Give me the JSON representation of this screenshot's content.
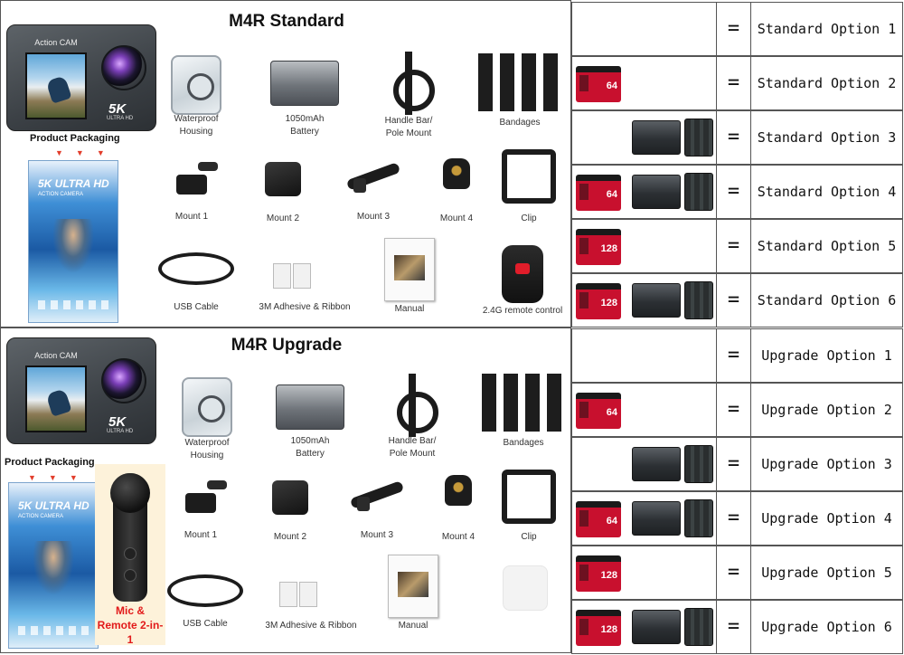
{
  "standard": {
    "title": "M4R Standard",
    "camera_brand": "Action CAM",
    "camera_5k": "5K",
    "camera_uhd": "ULTRA HD",
    "packaging_label": "Product Packaging",
    "box_5k": "5K ULTRA HD",
    "box_sub": "ACTION CAMERA",
    "items": [
      {
        "id": "housing",
        "label": "Waterproof Housing"
      },
      {
        "id": "battery",
        "label": "1050mAh Battery"
      },
      {
        "id": "handlebar",
        "label": "Handle Bar/ Pole Mount"
      },
      {
        "id": "bandages",
        "label": "Bandages"
      },
      {
        "id": "mount1",
        "label": "Mount 1"
      },
      {
        "id": "mount2",
        "label": "Mount 2"
      },
      {
        "id": "mount3",
        "label": "Mount 3"
      },
      {
        "id": "mount4",
        "label": "Mount 4"
      },
      {
        "id": "clip",
        "label": "Clip"
      },
      {
        "id": "usb",
        "label": "USB Cable"
      },
      {
        "id": "ribbon",
        "label": "3M Adhesive & Ribbon"
      },
      {
        "id": "manual",
        "label": "Manual"
      },
      {
        "id": "remote",
        "label": "2.4G remote control"
      }
    ],
    "options": [
      {
        "label": "Standard Option 1",
        "sd": "",
        "battery": false
      },
      {
        "label": "Standard Option 2",
        "sd": "64",
        "battery": false
      },
      {
        "label": "Standard Option 3",
        "sd": "",
        "battery": true
      },
      {
        "label": "Standard Option 4",
        "sd": "64",
        "battery": true
      },
      {
        "label": "Standard Option 5",
        "sd": "128",
        "battery": false
      },
      {
        "label": "Standard Option 6",
        "sd": "128",
        "battery": true
      }
    ]
  },
  "upgrade": {
    "title": "M4R Upgrade",
    "camera_brand": "Action CAM",
    "camera_5k": "5K",
    "camera_uhd": "ULTRA HD",
    "packaging_label": "Product Packaging",
    "box_5k": "5K ULTRA HD",
    "box_sub": "ACTION CAMERA",
    "mic_label": "Mic & Remote 2-in-1",
    "items": [
      {
        "id": "housing",
        "label": "Waterproof Housing"
      },
      {
        "id": "battery",
        "label": "1050mAh Battery"
      },
      {
        "id": "handlebar",
        "label": "Handle Bar/ Pole Mount"
      },
      {
        "id": "bandages",
        "label": "Bandages"
      },
      {
        "id": "mount1",
        "label": "Mount 1"
      },
      {
        "id": "mount2",
        "label": "Mount 2"
      },
      {
        "id": "mount3",
        "label": "Mount 3"
      },
      {
        "id": "mount4",
        "label": "Mount 4"
      },
      {
        "id": "clip",
        "label": "Clip"
      },
      {
        "id": "usb",
        "label": "USB Cable"
      },
      {
        "id": "ribbon",
        "label": "3M Adhesive & Ribbon"
      },
      {
        "id": "manual",
        "label": "Manual"
      }
    ],
    "options": [
      {
        "label": "Upgrade Option 1",
        "sd": "",
        "battery": false
      },
      {
        "label": "Upgrade Option 2",
        "sd": "64",
        "battery": false
      },
      {
        "label": "Upgrade Option 3",
        "sd": "",
        "battery": true
      },
      {
        "label": "Upgrade Option 4",
        "sd": "64",
        "battery": true
      },
      {
        "label": "Upgrade Option 5",
        "sd": "128",
        "battery": false
      },
      {
        "label": "Upgrade Option 6",
        "sd": "128",
        "battery": true
      }
    ]
  },
  "equals_symbol": "=",
  "colors": {
    "sd_card": "#c8102e",
    "mic_label": "#e21a1a",
    "arrow": "#e23d2b"
  }
}
